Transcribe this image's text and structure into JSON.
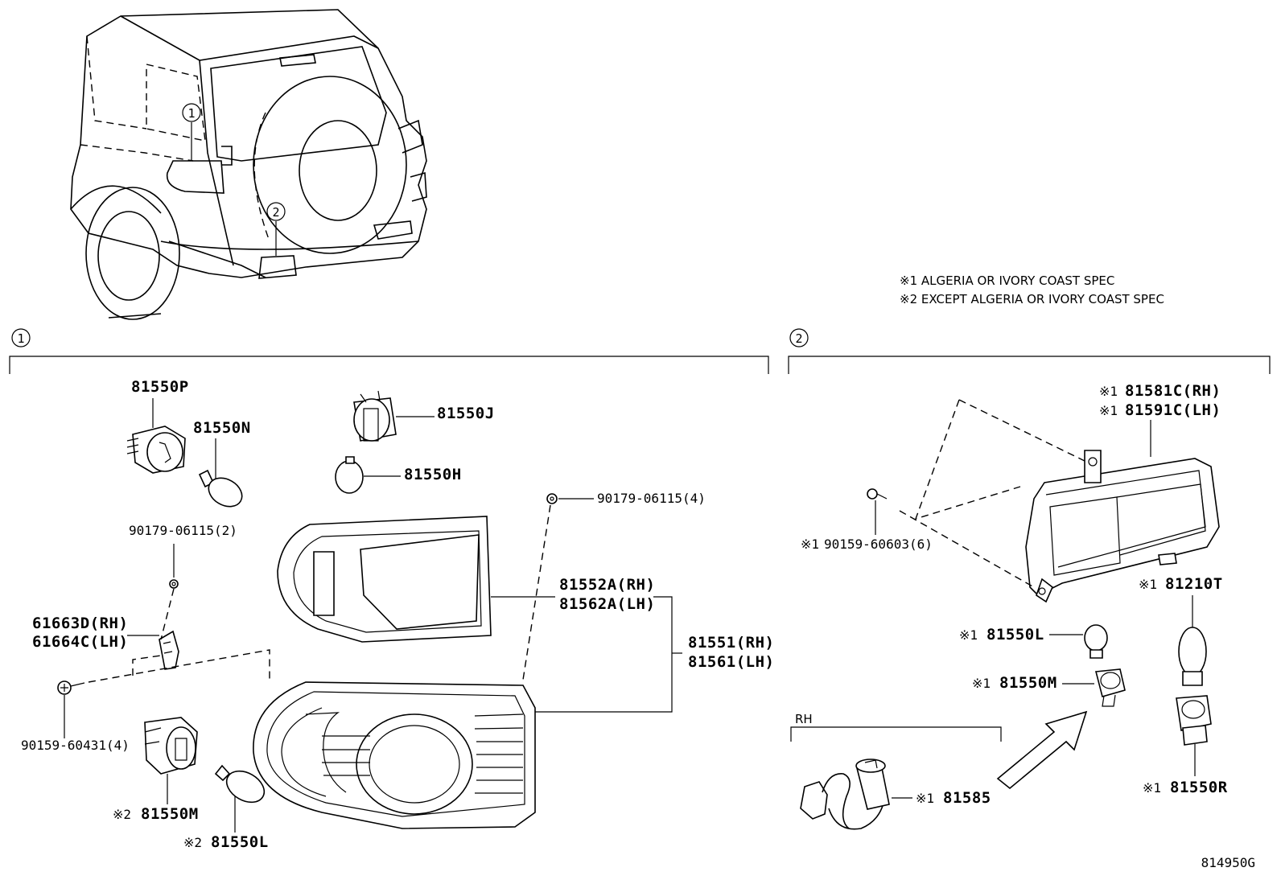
{
  "callouts": {
    "c1": "1",
    "c2": "2"
  },
  "notes": {
    "mark1": "※1",
    "mark2": "※2",
    "note1": "※1 ALGERIA OR IVORY COAST SPEC",
    "note2": "※2 EXCEPT ALGERIA OR IVORY COAST SPEC"
  },
  "section1": {
    "parts": {
      "p81550P": "81550P",
      "p81550N": "81550N",
      "p81550J": "81550J",
      "p81550H": "81550H",
      "p90179_2": "90179-06115(2)",
      "p90179_4": "90179-06115(4)",
      "p61663D": "61663D(RH)",
      "p61664C": "61664C(LH)",
      "p90159_60431": "90159-60431(4)",
      "p81550M": "81550M",
      "p81550L": "81550L",
      "p81552A": "81552A(RH)",
      "p81562A": "81562A(LH)",
      "p81551": "81551(RH)",
      "p81561": "81561(LH)"
    }
  },
  "section2": {
    "rh_label": "RH",
    "parts": {
      "p81581C": "81581C(RH)",
      "p81591C": "81591C(LH)",
      "p90159_60603": "90159-60603(6)",
      "p81210T": "81210T",
      "p81550L": "81550L",
      "p81550M": "81550M",
      "p81585": "81585",
      "p81550R": "81550R"
    }
  },
  "diagram_id": "814950G"
}
